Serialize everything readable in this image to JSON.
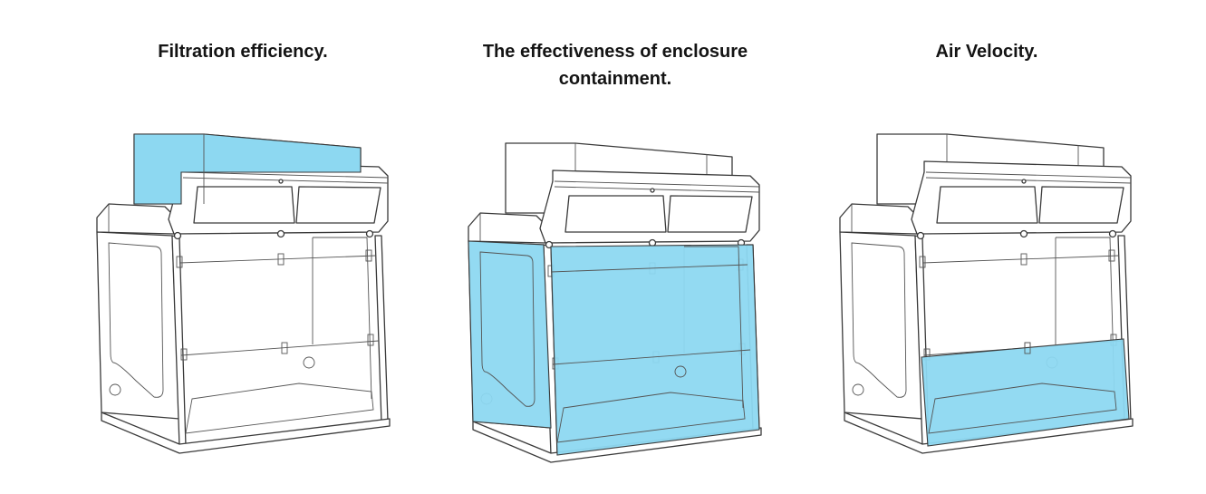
{
  "panels": [
    {
      "title": "Filtration efficiency.",
      "highlight": "filter-housing"
    },
    {
      "title": "The effectiveness of enclosure containment.",
      "highlight": "enclosure"
    },
    {
      "title": "Air Velocity.",
      "highlight": "work-opening"
    }
  ],
  "colors": {
    "highlight": "#8dd8f1",
    "line": "#3a3a3a"
  }
}
